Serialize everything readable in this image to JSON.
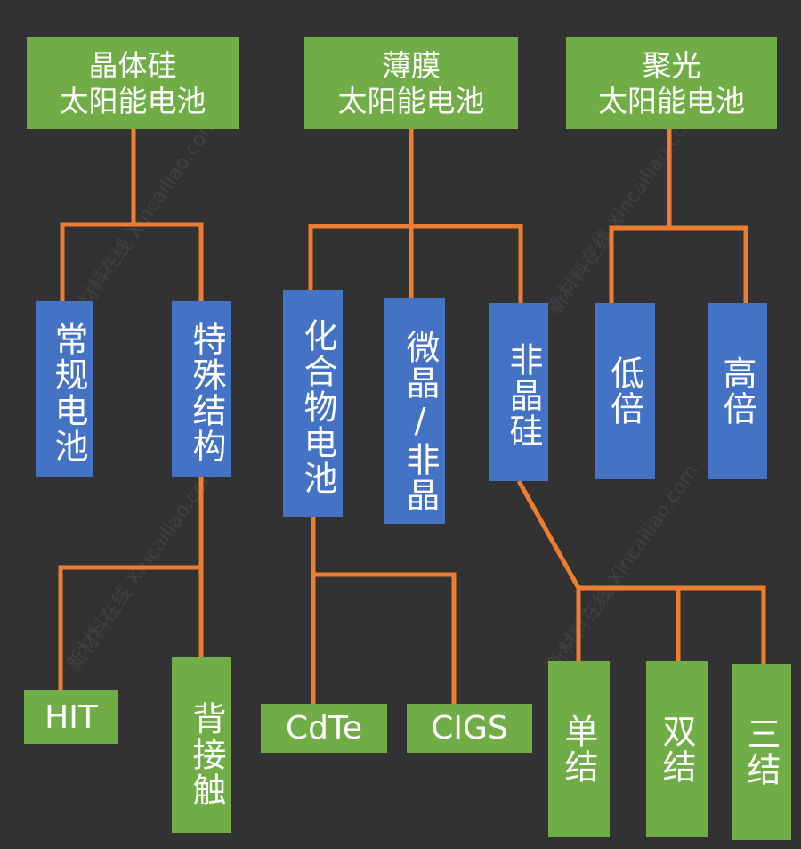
{
  "colors": {
    "background": "#323232",
    "level1": "#70ad47",
    "level2": "#4472c4",
    "connector": "#ed7d31"
  },
  "watermark": {
    "cn": "新材料在线",
    "en": "Xincailiao.com"
  },
  "top": [
    {
      "line1": "晶体硅",
      "line2": "太阳能电池"
    },
    {
      "line1": "薄膜",
      "line2": "太阳能电池"
    },
    {
      "line1": "聚光",
      "line2": "太阳能电池"
    }
  ],
  "mid": [
    "常规电池",
    "特殊结构",
    "化合物电池",
    "微晶/非晶",
    "非晶硅",
    "低倍",
    "高倍"
  ],
  "leaf": [
    "HIT",
    "背接触",
    "CdTe",
    "CIGS",
    "单结",
    "双结",
    "三结"
  ]
}
